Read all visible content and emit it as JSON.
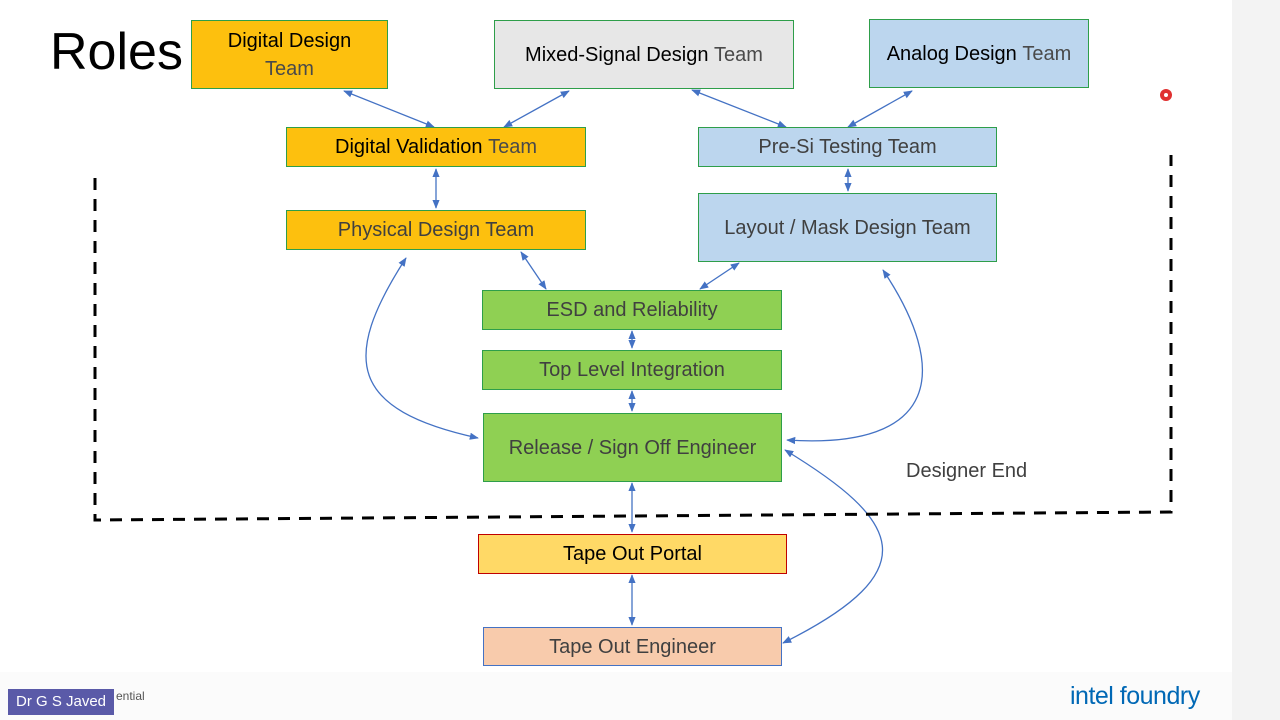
{
  "title": "Roles",
  "boxes": {
    "digital_design": {
      "line1": "Digital Design",
      "line2": "Team"
    },
    "mixed_signal": {
      "main": "Mixed-Signal Design",
      "suffix": "Team"
    },
    "analog_design": {
      "main": "Analog Design",
      "suffix": "Team"
    },
    "digital_validation": {
      "main": "Digital Validation",
      "suffix": "Team"
    },
    "pre_si_testing": "Pre-Si Testing Team",
    "physical_design": "Physical Design Team",
    "layout_mask": "Layout / Mask Design Team",
    "esd": "ESD and Reliability",
    "top_level": "Top Level Integration",
    "release": "Release / Sign Off Engineer",
    "tape_out_portal": "Tape Out Portal",
    "tape_out_engineer": "Tape Out Engineer"
  },
  "designer_end": "Designer End",
  "footer": {
    "author": "Dr G S Javed",
    "confidential_fragment": "ential",
    "logo": "intel foundry"
  },
  "colors": {
    "orange": "#fdc00e",
    "grey": "#e7e7e7",
    "blue": "#bcd6ee",
    "green": "#8fd053",
    "yellow": "#ffd966",
    "peach": "#f8cbac",
    "arrow": "#4472c4",
    "logo": "#0068b5"
  }
}
